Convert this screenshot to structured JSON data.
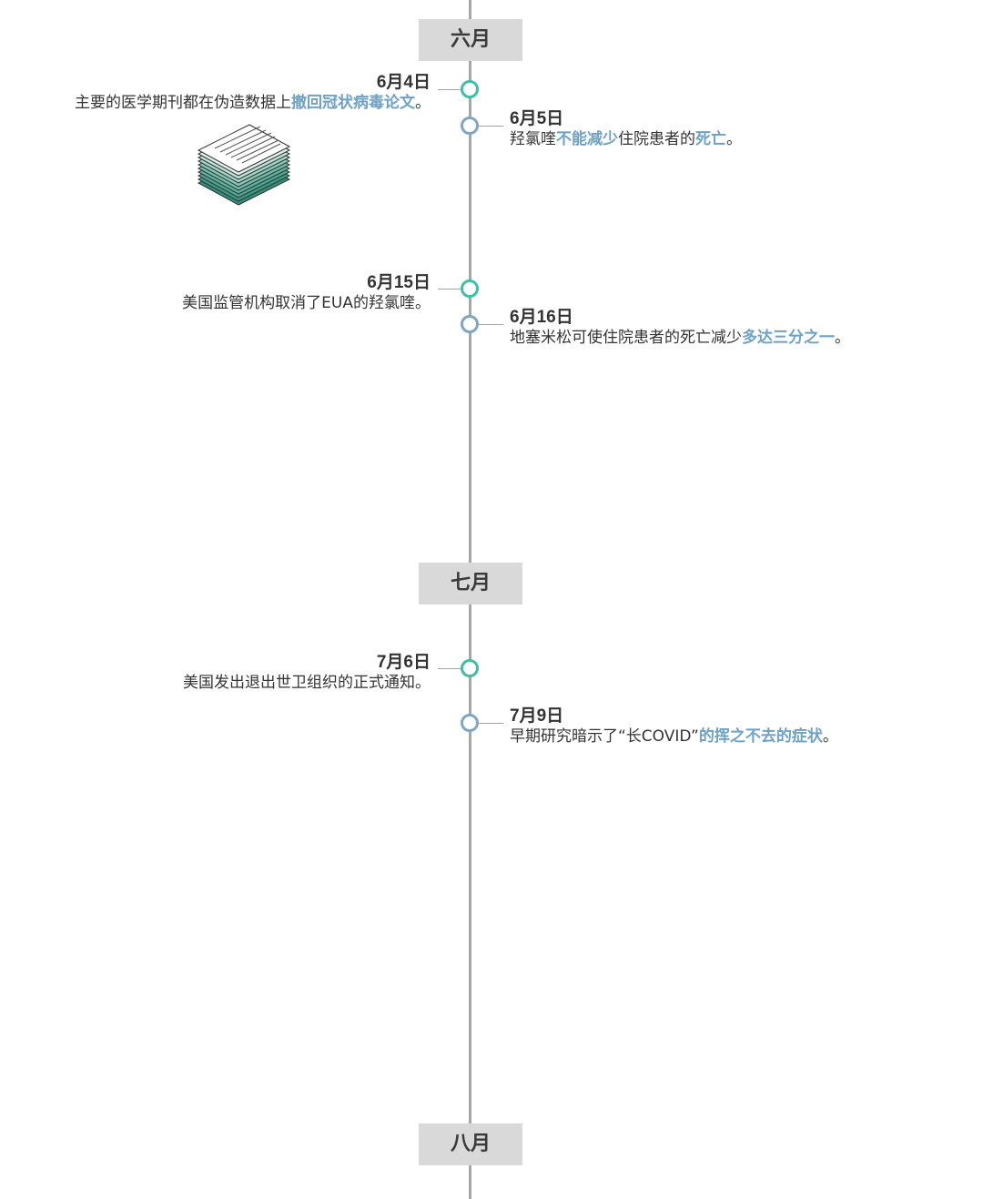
{
  "colors": {
    "axis": "#a6a6a6",
    "month_box": "#d9d9d9",
    "dot_teal": "#3fbfa6",
    "dot_blue": "#7fa6c2",
    "highlight": "#6fa2c2",
    "text": "#333333"
  },
  "months": [
    {
      "label": "六月"
    },
    {
      "label": "七月"
    },
    {
      "label": "八月"
    }
  ],
  "events": [
    {
      "date": "6月4日",
      "dot": "teal",
      "side": "left",
      "pre": "主要的医学期刊都在伪造数据上",
      "hl1": "撤回冠状病毒论文",
      "post": "。"
    },
    {
      "date": "6月5日",
      "dot": "blue",
      "side": "right",
      "pre": "羟氯喹",
      "hl1": "不能减少",
      "mid": "住院患者的",
      "hl2": "死亡",
      "post": "。"
    },
    {
      "date": "6月15日",
      "dot": "teal",
      "side": "left",
      "pre": "美国监管机构取消了EUA的羟氯喹。"
    },
    {
      "date": "6月16日",
      "dot": "blue",
      "side": "right",
      "pre": "地塞米松可使住院患者的死亡减少",
      "hl1": "多达三分之一",
      "post": "。"
    },
    {
      "date": "7月6日",
      "dot": "teal",
      "side": "left",
      "pre": "美国发出退出世卫组织的正式通知。"
    },
    {
      "date": "7月9日",
      "dot": "blue",
      "side": "right",
      "pre": "早期研究暗示了“长COVID”",
      "hl1": "的挥之不去的症状",
      "post": "。"
    }
  ],
  "icons": {
    "paper_stack": "paper-stack-icon"
  }
}
